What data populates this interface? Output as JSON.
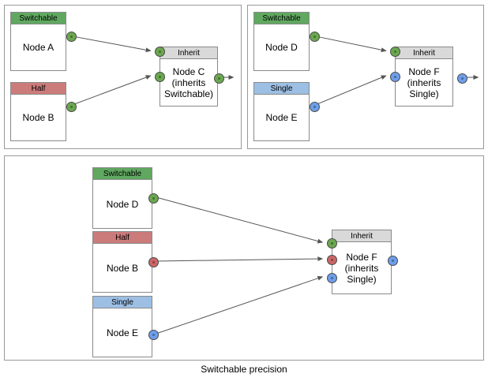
{
  "diagram": {
    "caption": "Switchable precision",
    "colors": {
      "switchable": "#60a860",
      "half": "#cc7b7b",
      "single": "#9cbfe3",
      "inherit": "#d9d9d9",
      "port_green": "#6aa84f",
      "port_red": "#cc6666",
      "port_blue": "#6d9eeb",
      "panel_border": "#9a9a9a",
      "node_border": "#8a8a8a",
      "edge": "#555555"
    }
  },
  "panels": [
    {
      "id": "panel-1",
      "nodes": [
        {
          "id": "node-a",
          "header": "Switchable",
          "header_type": "switchable",
          "label": "Node A"
        },
        {
          "id": "node-b",
          "header": "Half",
          "header_type": "half",
          "label": "Node B"
        },
        {
          "id": "node-c",
          "header": "Inherit",
          "header_type": "inherit",
          "label": "Node C\n(inherits\nSwitchable)",
          "label_lines": [
            "Node C",
            "(inherits",
            "Switchable)"
          ]
        }
      ],
      "ports": [
        {
          "id": "p1-a-out",
          "owner": "node-a",
          "kind": "output",
          "color": "green"
        },
        {
          "id": "p1-b-out",
          "owner": "node-b",
          "kind": "output",
          "color": "green"
        },
        {
          "id": "p1-c-in1",
          "owner": "node-c",
          "kind": "input",
          "color": "green"
        },
        {
          "id": "p1-c-in2",
          "owner": "node-c",
          "kind": "input",
          "color": "green"
        },
        {
          "id": "p1-c-out",
          "owner": "node-c",
          "kind": "output",
          "color": "green"
        }
      ],
      "edges": [
        {
          "from": "p1-a-out",
          "to": "p1-c-in1"
        },
        {
          "from": "p1-b-out",
          "to": "p1-c-in2"
        },
        {
          "from": "p1-c-out",
          "to": "free"
        }
      ]
    },
    {
      "id": "panel-2",
      "nodes": [
        {
          "id": "node-d",
          "header": "Switchable",
          "header_type": "switchable",
          "label": "Node D"
        },
        {
          "id": "node-e",
          "header": "Single",
          "header_type": "single",
          "label": "Node E"
        },
        {
          "id": "node-f2",
          "header": "Inherit",
          "header_type": "inherit",
          "label": "Node F\n(inherits\nSingle)",
          "label_lines": [
            "Node F",
            "(inherits",
            "Single)"
          ]
        }
      ],
      "ports": [
        {
          "id": "p2-d-out",
          "owner": "node-d",
          "kind": "output",
          "color": "green"
        },
        {
          "id": "p2-e-out",
          "owner": "node-e",
          "kind": "output",
          "color": "blue"
        },
        {
          "id": "p2-f-in1",
          "owner": "node-f2",
          "kind": "input",
          "color": "green"
        },
        {
          "id": "p2-f-in2",
          "owner": "node-f2",
          "kind": "input",
          "color": "blue"
        },
        {
          "id": "p2-f-out",
          "owner": "node-f2",
          "kind": "output",
          "color": "blue"
        }
      ],
      "edges": [
        {
          "from": "p2-d-out",
          "to": "p2-f-in1"
        },
        {
          "from": "p2-e-out",
          "to": "p2-f-in2"
        },
        {
          "from": "p2-f-out",
          "to": "free"
        }
      ]
    },
    {
      "id": "panel-3",
      "nodes": [
        {
          "id": "node-d3",
          "header": "Switchable",
          "header_type": "switchable",
          "label": "Node D"
        },
        {
          "id": "node-b3",
          "header": "Half",
          "header_type": "half",
          "label": "Node B"
        },
        {
          "id": "node-e3",
          "header": "Single",
          "header_type": "single",
          "label": "Node E"
        },
        {
          "id": "node-f3",
          "header": "Inherit",
          "header_type": "inherit",
          "label": "Node F\n(inherits\nSingle)",
          "label_lines": [
            "Node F",
            "(inherits",
            "Single)"
          ]
        }
      ],
      "ports": [
        {
          "id": "p3-d-out",
          "owner": "node-d3",
          "kind": "output",
          "color": "green"
        },
        {
          "id": "p3-b-out",
          "owner": "node-b3",
          "kind": "output",
          "color": "red"
        },
        {
          "id": "p3-e-out",
          "owner": "node-e3",
          "kind": "output",
          "color": "blue"
        },
        {
          "id": "p3-f-in1",
          "owner": "node-f3",
          "kind": "input",
          "color": "green"
        },
        {
          "id": "p3-f-in2",
          "owner": "node-f3",
          "kind": "input",
          "color": "red"
        },
        {
          "id": "p3-f-in3",
          "owner": "node-f3",
          "kind": "input",
          "color": "blue"
        },
        {
          "id": "p3-f-out",
          "owner": "node-f3",
          "kind": "output",
          "color": "blue"
        }
      ],
      "edges": [
        {
          "from": "p3-d-out",
          "to": "p3-f-in1"
        },
        {
          "from": "p3-b-out",
          "to": "p3-f-in2"
        },
        {
          "from": "p3-e-out",
          "to": "p3-f-in3"
        }
      ]
    }
  ]
}
